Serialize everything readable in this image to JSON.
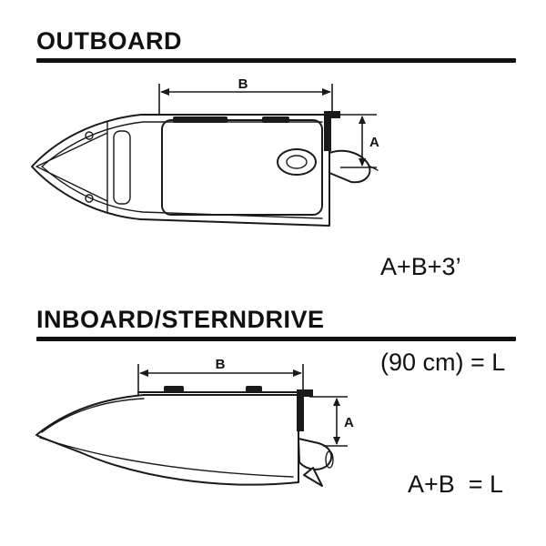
{
  "page": {
    "background": "#ffffff",
    "ink": "#111111"
  },
  "sections": {
    "outboard": {
      "title": "OUTBOARD",
      "dim_b_label": "B",
      "dim_a_label": "A",
      "formula_line1": "A+B+3’",
      "formula_line2": "(90 cm) = L"
    },
    "inboard": {
      "title": "INBOARD/STERNDRIVE",
      "dim_b_label": "B",
      "dim_a_label": "A",
      "formula": "A+B  = L"
    }
  }
}
